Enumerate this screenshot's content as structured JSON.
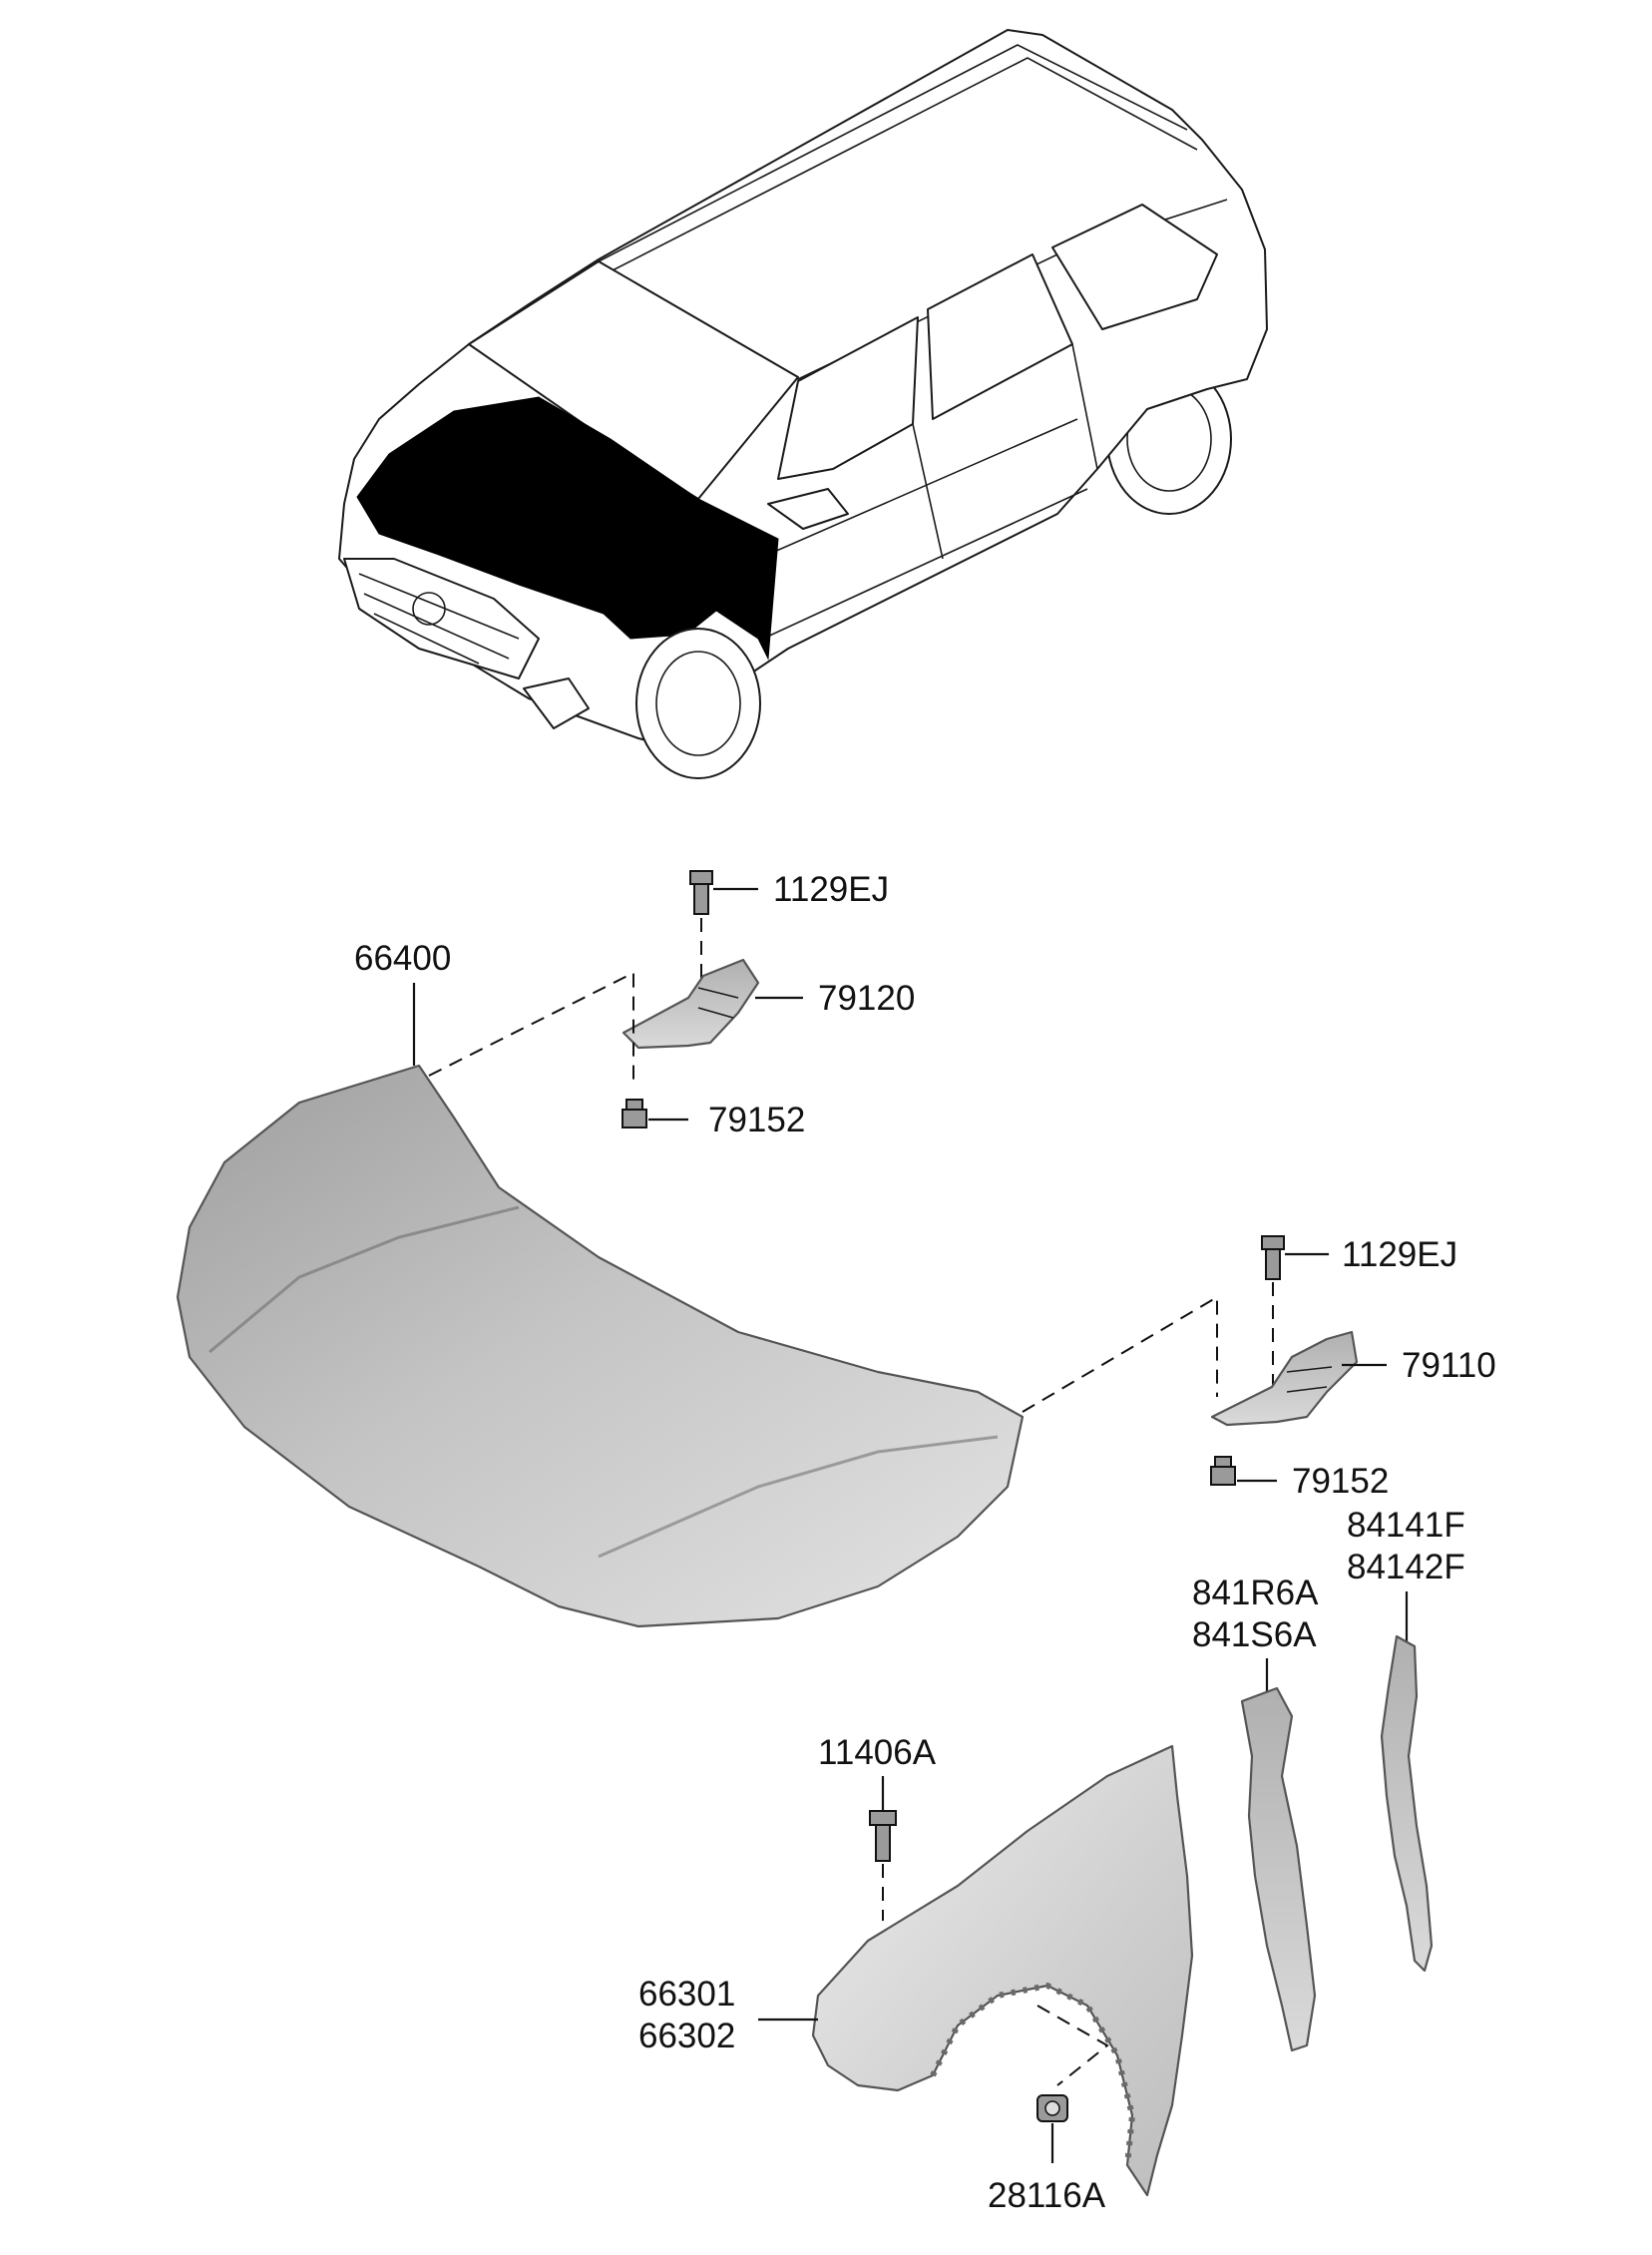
{
  "diagram": {
    "parts": [
      {
        "id": "bolt-hinge-left",
        "labels": [
          "1129EJ"
        ]
      },
      {
        "id": "hood",
        "labels": [
          "66400"
        ]
      },
      {
        "id": "hinge-left",
        "labels": [
          "79120"
        ]
      },
      {
        "id": "bolt-hood-left",
        "labels": [
          "79152"
        ]
      },
      {
        "id": "bolt-hinge-right",
        "labels": [
          "1129EJ"
        ]
      },
      {
        "id": "hinge-right",
        "labels": [
          "79110"
        ]
      },
      {
        "id": "bolt-hood-right",
        "labels": [
          "79152"
        ]
      },
      {
        "id": "fender-bracket-rear",
        "labels": [
          "84141F",
          "84142F"
        ]
      },
      {
        "id": "fender-bracket-front",
        "labels": [
          "841R6A",
          "841S6A"
        ]
      },
      {
        "id": "fender-bolt",
        "labels": [
          "11406A"
        ]
      },
      {
        "id": "fender",
        "labels": [
          "66301",
          "66302"
        ]
      },
      {
        "id": "fender-nut",
        "labels": [
          "28116A"
        ]
      }
    ],
    "colors": {
      "ink": "#111111",
      "panel_fill": "#c9c9c9",
      "highlight_fill": "#000000"
    },
    "icons": [
      "vehicle-overview",
      "bolt",
      "nut",
      "hinge",
      "hood-panel",
      "fender-panel",
      "bracket"
    ]
  }
}
